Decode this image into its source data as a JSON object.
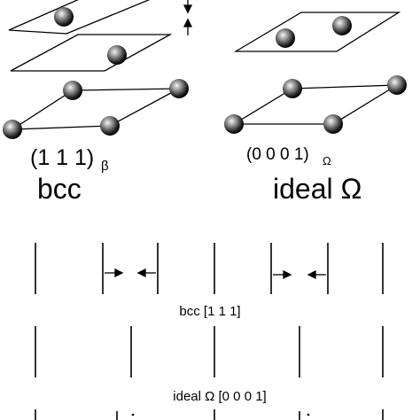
{
  "figure": {
    "top": {
      "left_panel": {
        "plane_label": "(1 1 1)",
        "plane_subscript": "β",
        "structure_label": "bcc"
      },
      "right_panel": {
        "plane_label": "(0 0 0 1)",
        "plane_subscript": "Ω",
        "structure_label": "ideal Ω"
      }
    },
    "bottom": {
      "bcc_caption": "bcc [1 1 1]",
      "omega_caption": "ideal Ω [0 0 0 1]"
    }
  },
  "colors": {
    "ink": "#000000",
    "background": "#ffffff"
  },
  "icons": {
    "atom": "shaded-sphere",
    "shift": "arrow"
  }
}
